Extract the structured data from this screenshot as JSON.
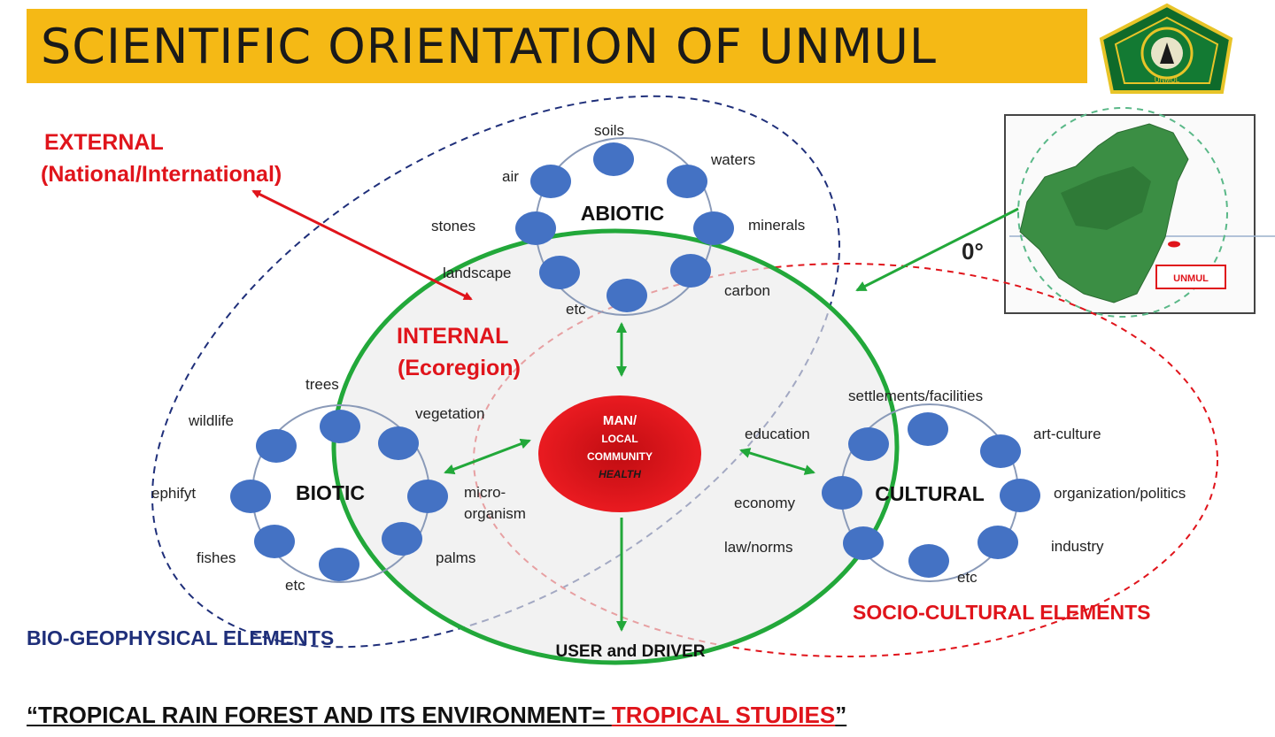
{
  "title": "SCIENTIFIC ORIENTATION OF UNMUL",
  "logo": {
    "label": "UNMUL"
  },
  "external": {
    "line1": "EXTERNAL",
    "line2": "(National/International)"
  },
  "internal": {
    "line1": "INTERNAL",
    "line2": "(Ecoregion)"
  },
  "abiotic": {
    "title": "ABIOTIC",
    "items": [
      "soils",
      "waters",
      "minerals",
      "carbon",
      "etc",
      "landscape",
      "stones",
      "air"
    ]
  },
  "biotic": {
    "title": "BIOTIC",
    "items": [
      "trees",
      "wildlife",
      "ephifyt",
      "fishes",
      "etc",
      "palms",
      "vegetation"
    ],
    "micro": [
      "micro-",
      "organism"
    ]
  },
  "cultural": {
    "title": "CULTURAL",
    "items": [
      "settlements/facilities",
      "art-culture",
      "organization/politics",
      "industry",
      "etc",
      "law/norms",
      "economy",
      "education"
    ]
  },
  "center": {
    "line1": "MAN/",
    "line2": "LOCAL",
    "line3": "COMMUNITY",
    "line4": "HEALTH"
  },
  "user_driver": "USER and DRIVER",
  "bio_geophysical": "BIO-GEOPHYSICAL ELEMENTS",
  "socio_cultural": "SOCIO-CULTURAL ELEMENTS",
  "map": {
    "degree": "0°",
    "marker": "UNMUL"
  },
  "footer": {
    "part1": "“TROPICAL RAIN FOREST AND ITS ENVIRONMENT= ",
    "part2": "TROPICAL STUDIES",
    "part3": "”"
  },
  "colors": {
    "title_bg": "#f5b915",
    "red": "#e0141b",
    "green": "#22a83a",
    "node_blue": "#4472c4",
    "navy": "#1f2f7a"
  }
}
